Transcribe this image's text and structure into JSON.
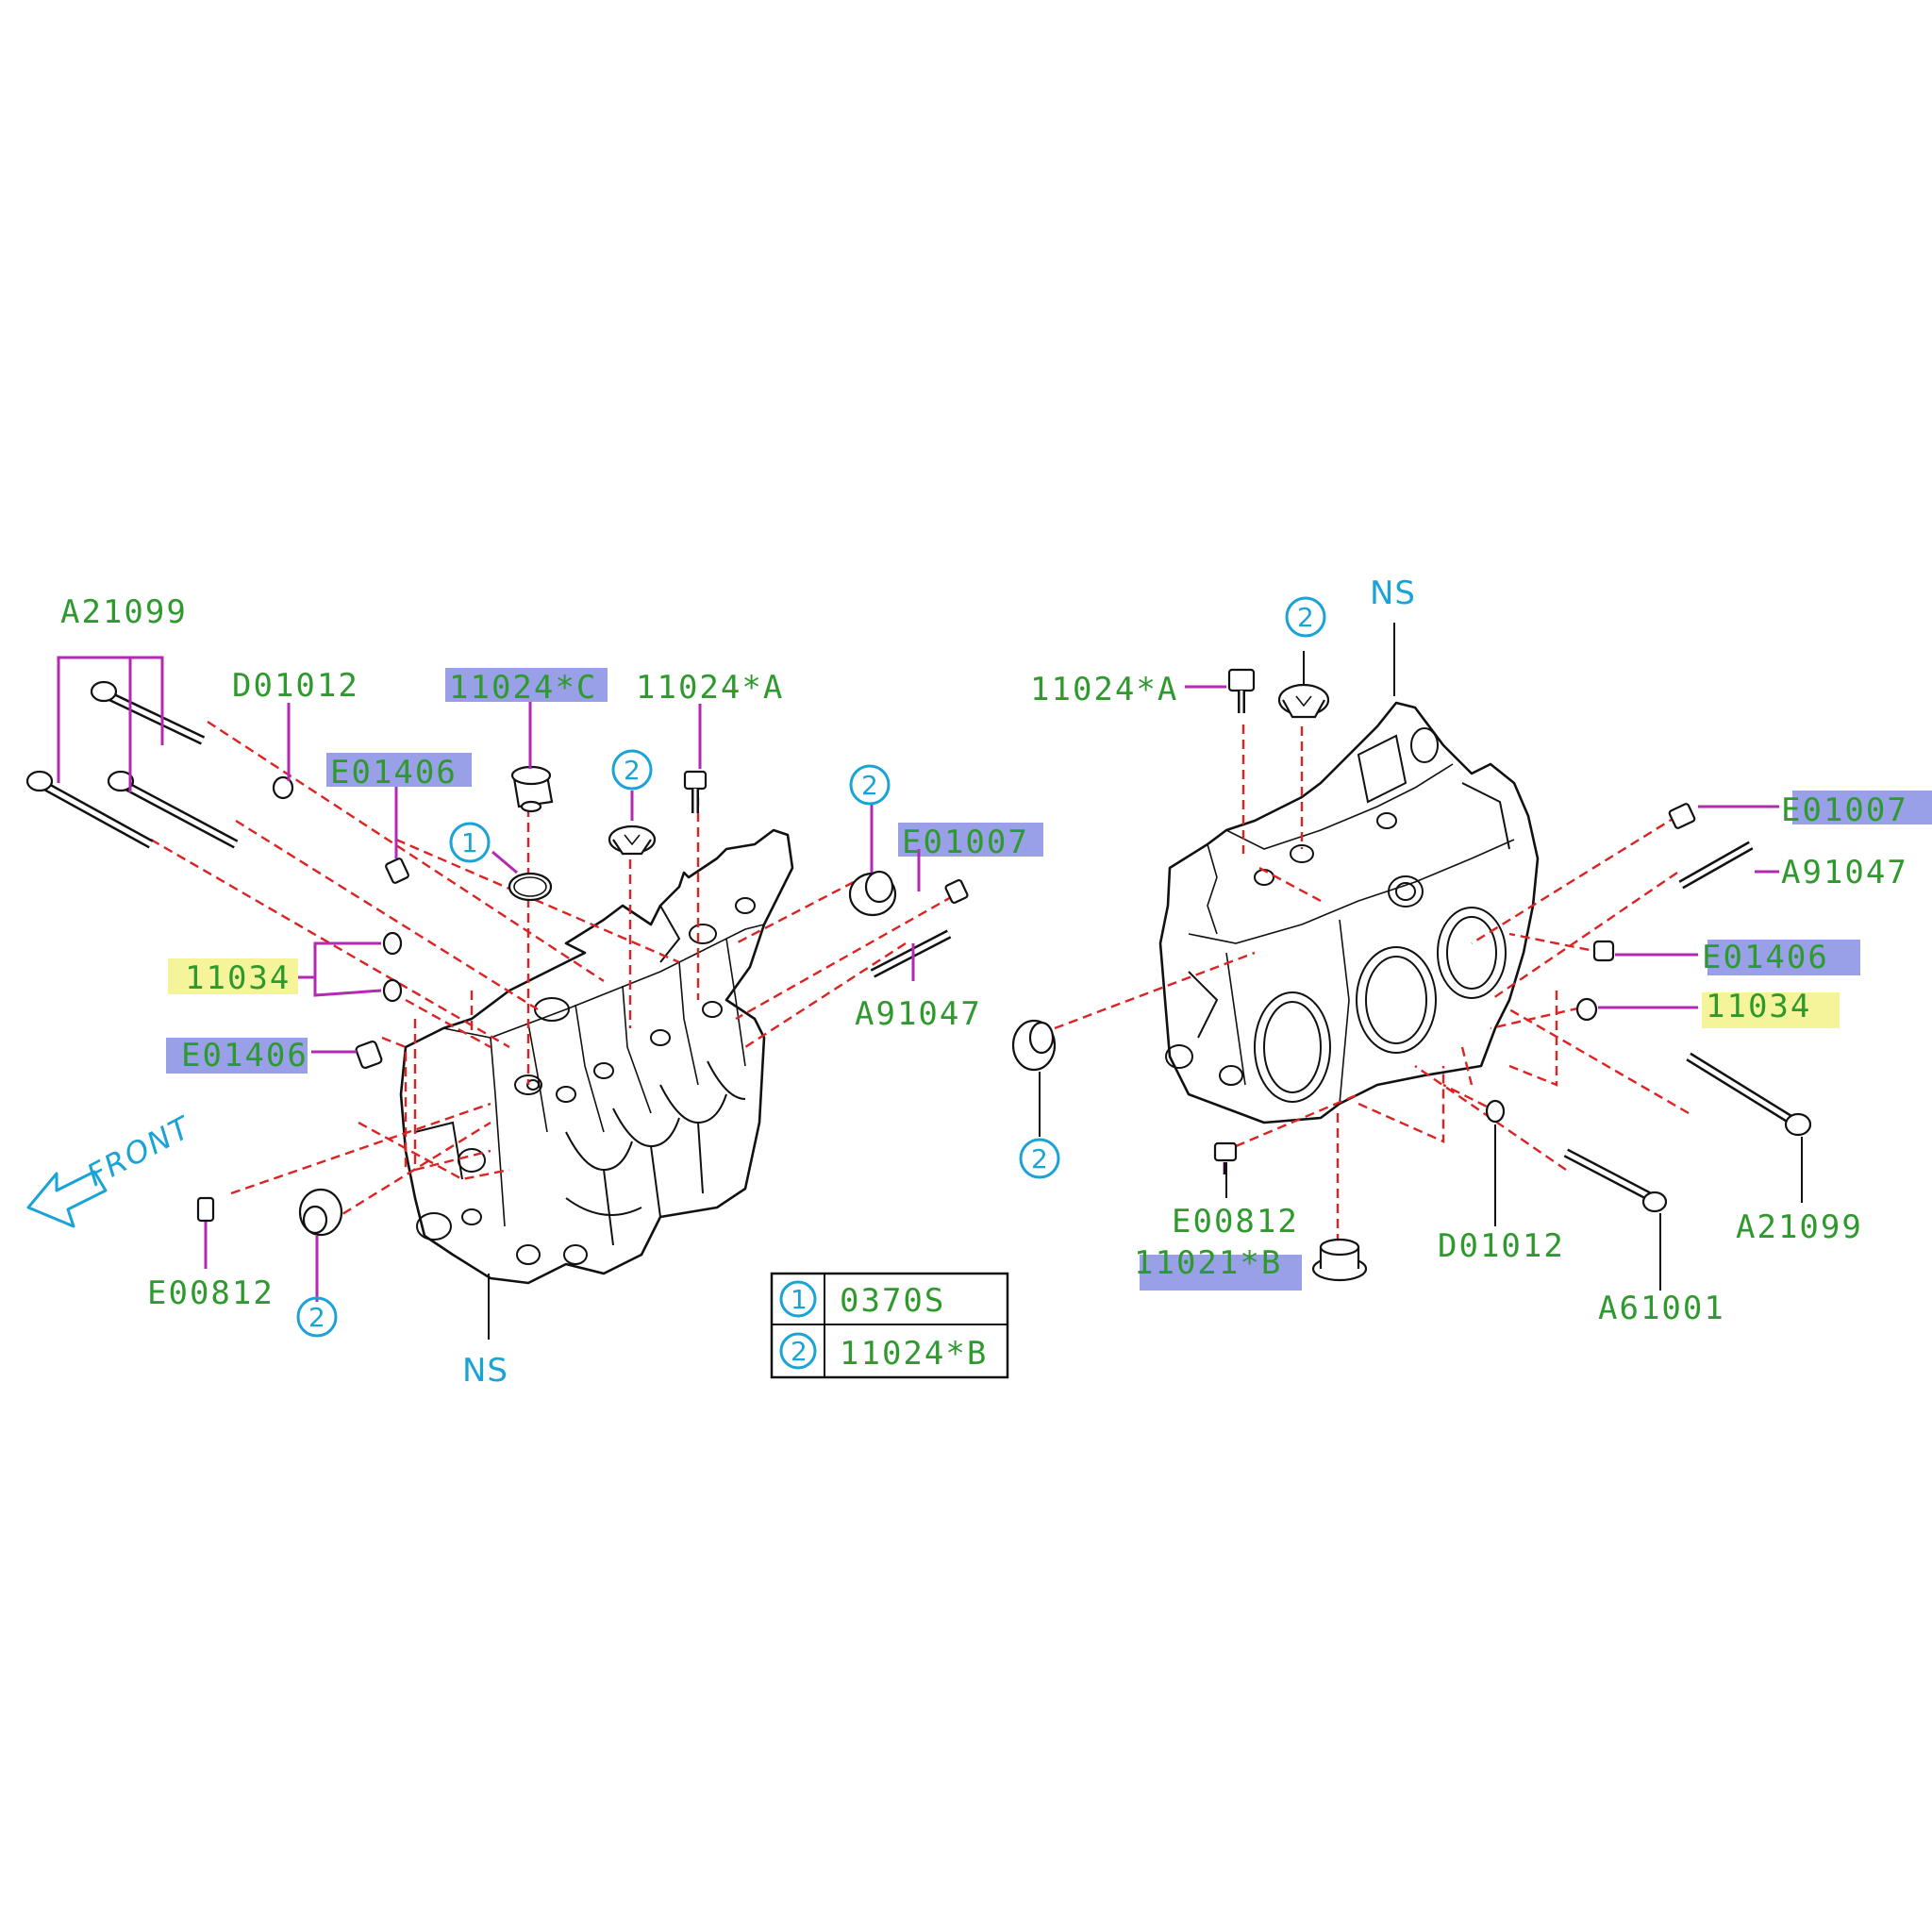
{
  "colors": {
    "label_green": "#2e9a2e",
    "callout_blue": "#1aa3d6",
    "leader_magenta": "#b329b3",
    "dashed_red": "#dd2222",
    "highlight_purple": "#9aa0e8",
    "highlight_yellow": "#f6f49a"
  },
  "left": {
    "a21099": "A21099",
    "d01012": "D01012",
    "p11024c": "11024*C",
    "p11024a": "11024*A",
    "e01406_top": "E01406",
    "e01007": "E01007",
    "p11034": "11034",
    "e01406_side": "E01406",
    "a91047": "A91047",
    "e00812": "E00812",
    "ns": "NS",
    "front": "FRONT",
    "c1": "1",
    "c2_top": "2",
    "c2_right": "2",
    "c2_bottom": "2"
  },
  "right": {
    "ns": "NS",
    "p11024a": "11024*A",
    "e01007": "E01007",
    "a91047": "A91047",
    "e01406": "E01406",
    "p11034": "11034",
    "a21099": "A21099",
    "d01012": "D01012",
    "e00812": "E00812",
    "p11021b": "11021*B",
    "a61001": "A61001",
    "c2_top": "2",
    "c2_left": "2"
  },
  "legend": [
    {
      "num": "1",
      "part": "0370S"
    },
    {
      "num": "2",
      "part": "11024*B"
    }
  ]
}
